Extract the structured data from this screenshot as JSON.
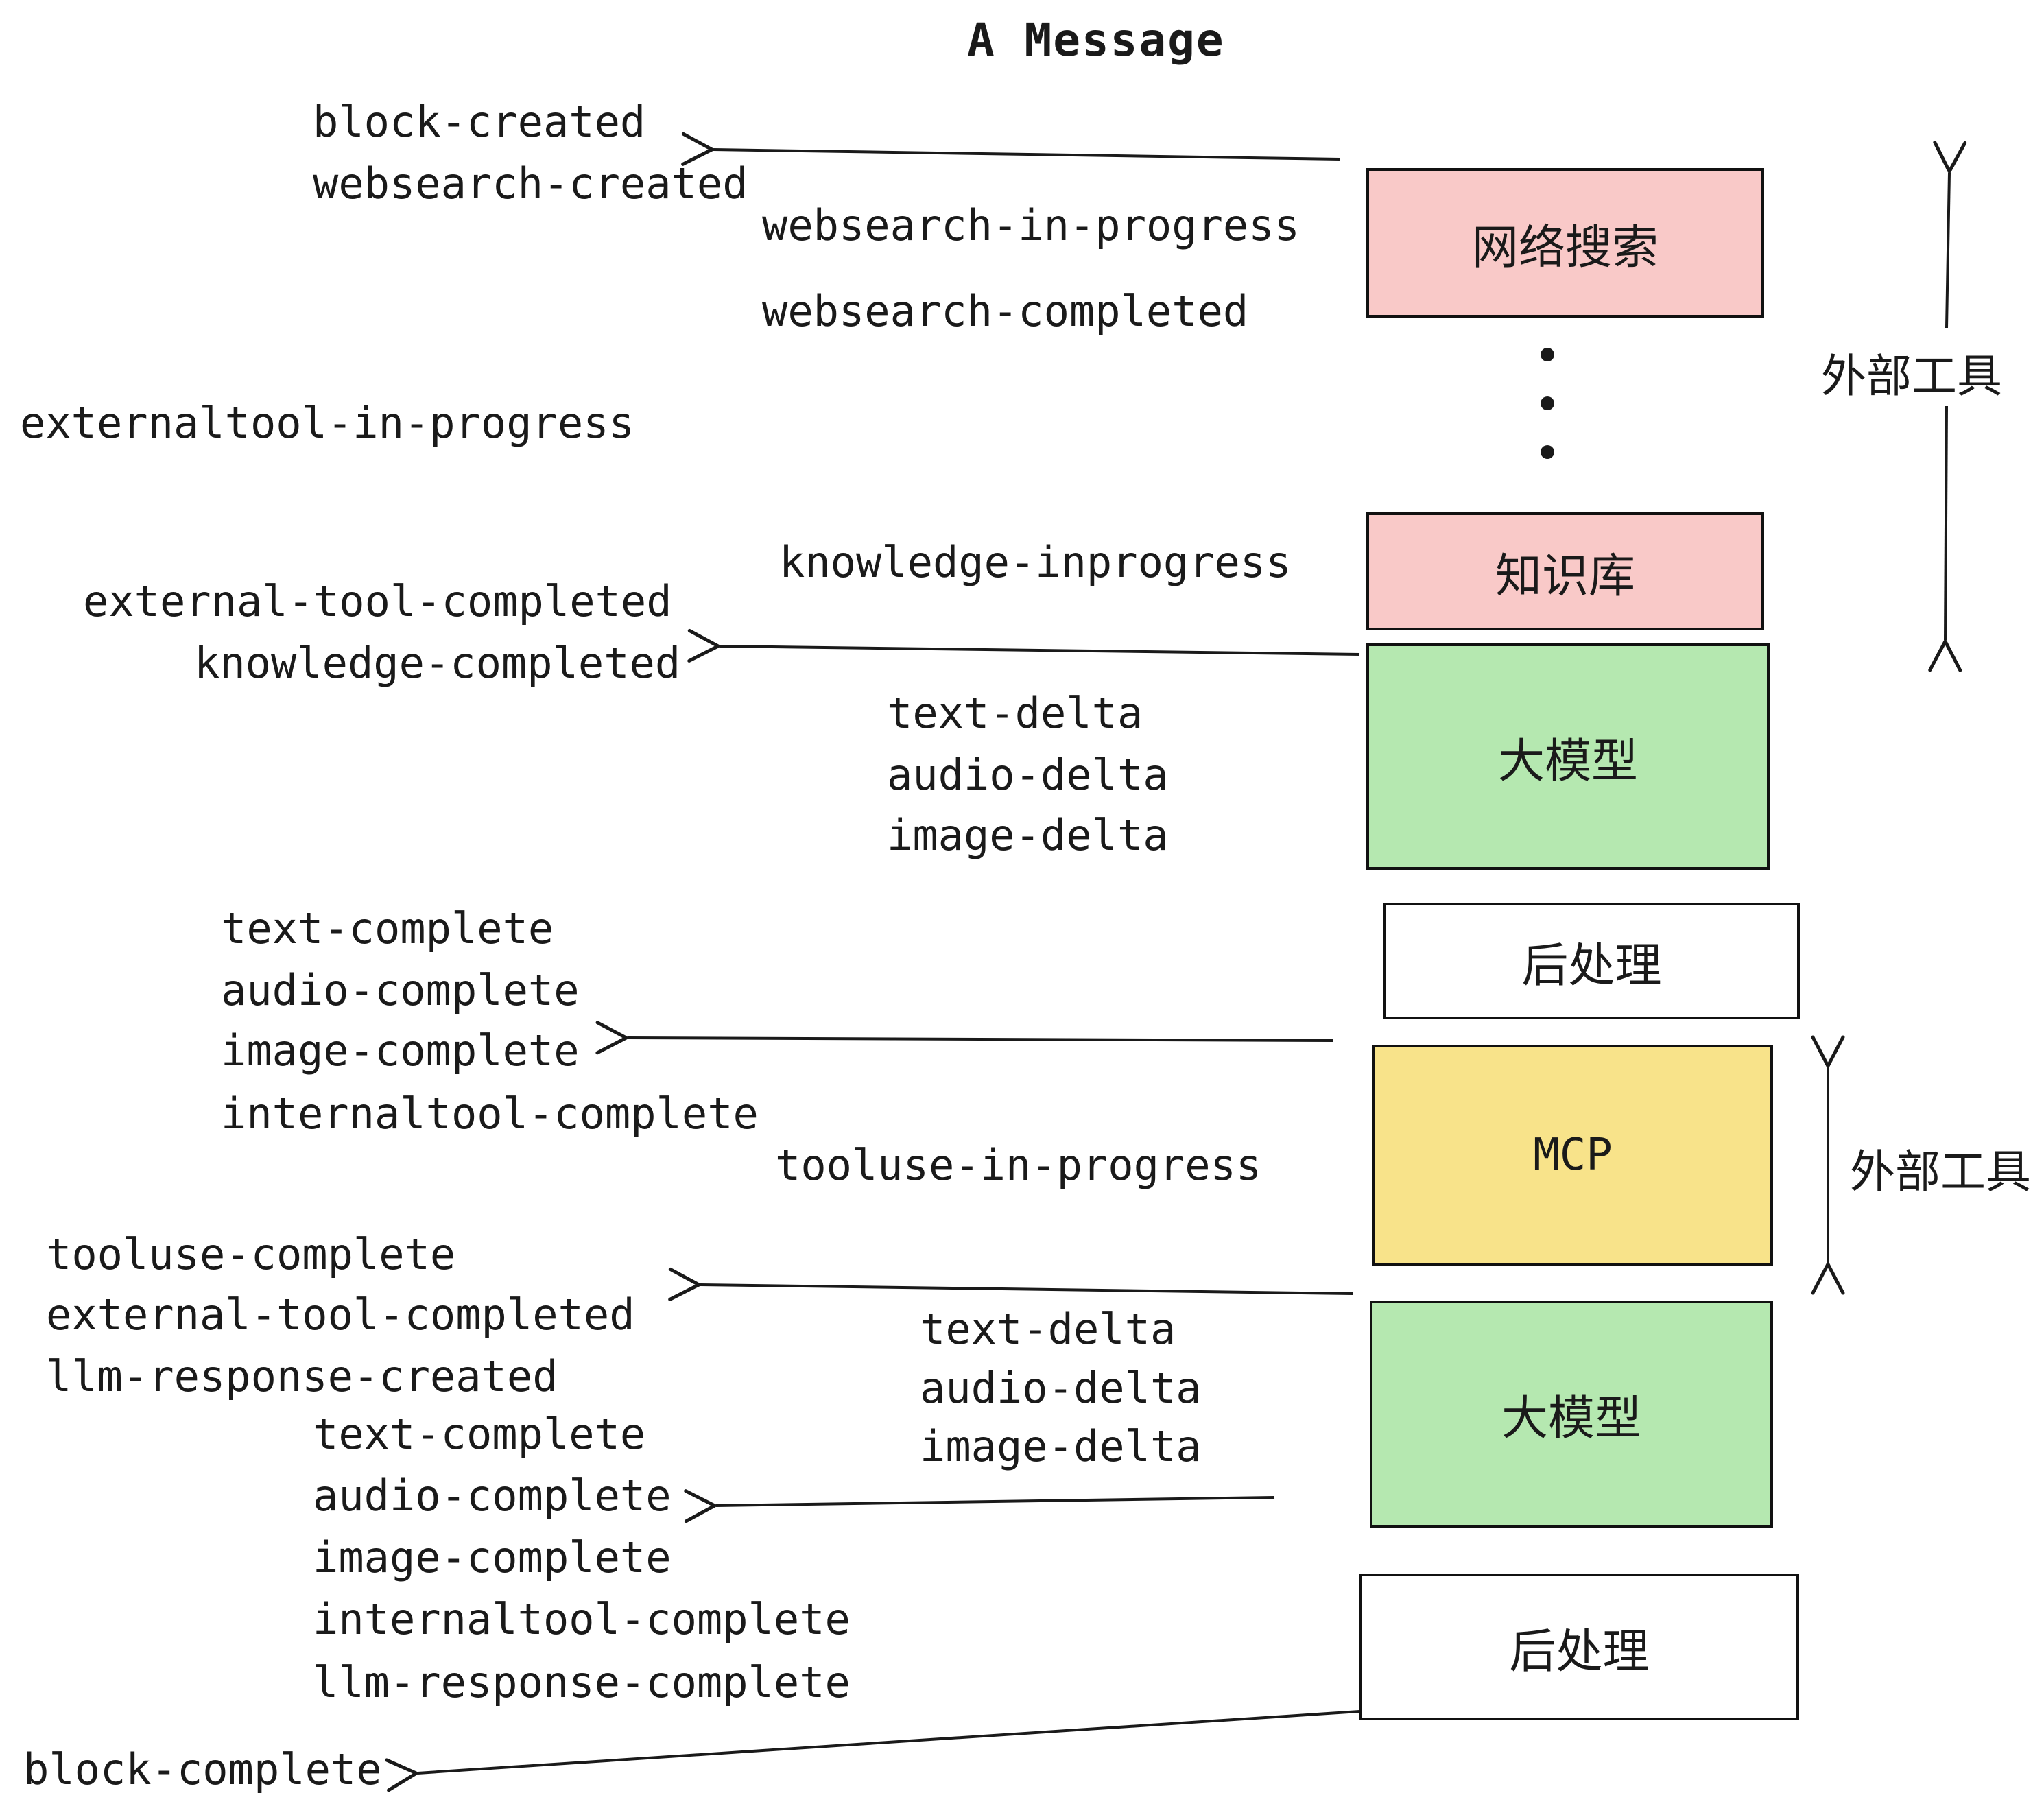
{
  "title": "A Message",
  "events": [
    {
      "text": "block-created"
    },
    {
      "text": "websearch-created"
    },
    {
      "text": "websearch-in-progress"
    },
    {
      "text": "websearch-completed"
    },
    {
      "text": "externaltool-in-progress"
    },
    {
      "text": "knowledge-inprogress"
    },
    {
      "text": "external-tool-completed"
    },
    {
      "text": "knowledge-completed"
    },
    {
      "text": "text-delta"
    },
    {
      "text": "audio-delta"
    },
    {
      "text": "image-delta"
    },
    {
      "text": "text-complete"
    },
    {
      "text": "audio-complete"
    },
    {
      "text": "image-complete"
    },
    {
      "text": "internaltool-complete"
    },
    {
      "text": "tooluse-in-progress"
    },
    {
      "text": "tooluse-complete"
    },
    {
      "text": "external-tool-completed"
    },
    {
      "text": "llm-response-created"
    },
    {
      "text": "text-delta"
    },
    {
      "text": "audio-delta"
    },
    {
      "text": "image-delta"
    },
    {
      "text": "text-complete"
    },
    {
      "text": "audio-complete"
    },
    {
      "text": "image-complete"
    },
    {
      "text": "internaltool-complete"
    },
    {
      "text": "llm-response-complete"
    },
    {
      "text": "block-complete"
    }
  ],
  "boxes": [
    {
      "label": "网络搜索",
      "color": "#f9c9c8"
    },
    {
      "label": "知识库",
      "color": "#f9c9c8"
    },
    {
      "label": "大模型",
      "color": "#b5e8b0"
    },
    {
      "label": "后处理",
      "color": "#ffffff"
    },
    {
      "label": "MCP",
      "color": "#f8e38a"
    },
    {
      "label": "大模型",
      "color": "#b5e8b0"
    },
    {
      "label": "后处理",
      "color": "#ffffff"
    }
  ],
  "side_labels": [
    {
      "text": "外部工具"
    },
    {
      "text": "外部工具"
    }
  ],
  "colors": {
    "stroke": "#1a1a1a",
    "pink": "#f9c9c8",
    "green": "#b5e8b0",
    "yellow": "#f8e38a",
    "white": "#ffffff"
  }
}
